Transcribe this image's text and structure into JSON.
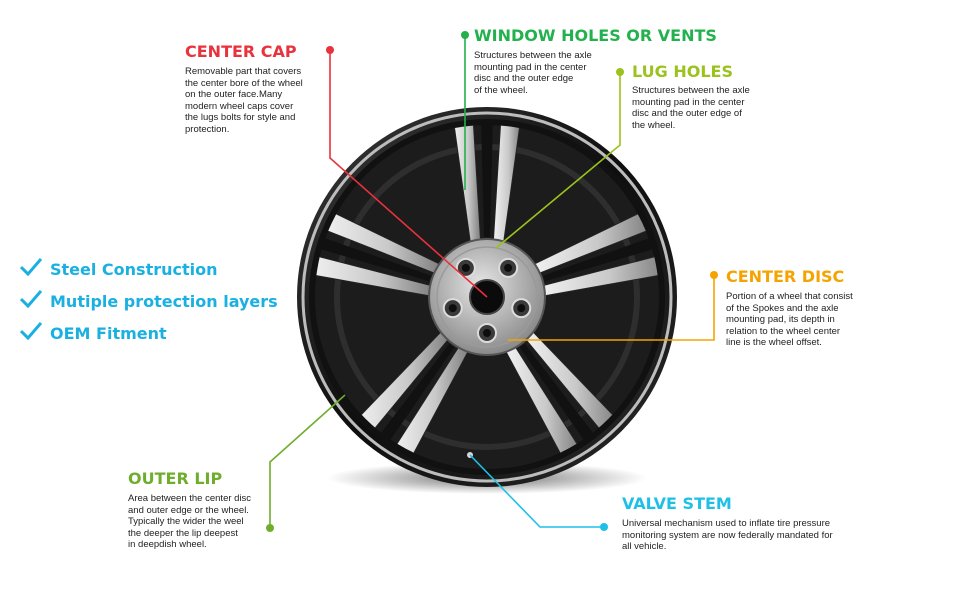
{
  "colors": {
    "center_cap": "#e8323c",
    "window_holes": "#22b14c",
    "lug_holes": "#9bc21d",
    "center_disc": "#f5a300",
    "outer_lip": "#6fae2d",
    "valve_stem": "#1fc0e8",
    "features": "#1ab0e2"
  },
  "features": [
    {
      "label": "Steel Construction"
    },
    {
      "label": "Mutiple protection layers"
    },
    {
      "label": "OEM Fitment"
    }
  ],
  "callouts": {
    "center_cap": {
      "title": "CENTER CAP",
      "text": "Removable part that covers\nthe center bore of the wheel\non the outer face.Many\nmodern wheel caps cover\nthe lugs bolts for style and\nprotection."
    },
    "window_holes": {
      "title": "WINDOW HOLES OR VENTS",
      "text": "Structures between the axle\nmounting pad in the center\ndisc and the outer edge\nof the wheel."
    },
    "lug_holes": {
      "title": "LUG HOLES",
      "text": "Structures between the axle\nmounting pad in the center\ndisc and the outer edge of\nthe wheel."
    },
    "center_disc": {
      "title": "CENTER DISC",
      "text": "Portion of a wheel that consist\nof the Spokes and the axle\nmounting pad, its depth in\nrelation to the wheel center\nline is the wheel offset."
    },
    "outer_lip": {
      "title": "OUTER LIP",
      "text": "Area between the center disc\nand outer edge or the wheel.\nTypically the wider the weel\nthe deeper the lip deepest\nin deepdish wheel."
    },
    "valve_stem": {
      "title": "VALVE STEM",
      "text": "Universal mechanism used to inflate tire pressure\nmonitoring system are now federally mandated for\nall vehicle."
    }
  }
}
